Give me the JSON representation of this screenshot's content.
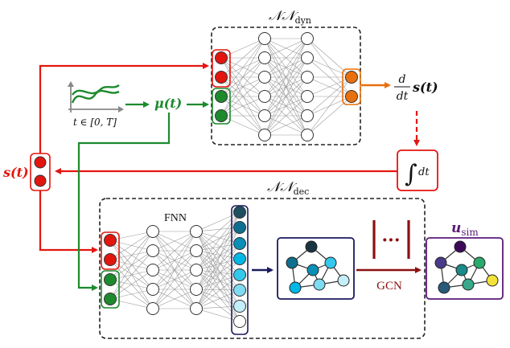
{
  "labels": {
    "nn_dyn": "𝒩𝒩",
    "nn_dyn_sub": "dyn",
    "nn_dec": "𝒩𝒩",
    "nn_dec_sub": "dec",
    "fnn": "FNN",
    "gcn": "GCN",
    "mu": "μ(t)",
    "s_left": "s(t)",
    "ds_d": "d",
    "ds_dt": "dt",
    "ds_s": "s(t)",
    "integral": "∫",
    "integral_dt": "dt",
    "time_range": "t ∈ [0, T]",
    "u_sim": "u",
    "u_sim_sub": "sim",
    "matrix_dots": "···"
  },
  "colors": {
    "red": "#e3160f",
    "green": "#1d8a2e",
    "orange": "#e8700e",
    "navy": "#1a1a5e",
    "maroon": "#8b1010",
    "purple": "#5a1a7a",
    "cyan": "#00b8e6"
  }
}
